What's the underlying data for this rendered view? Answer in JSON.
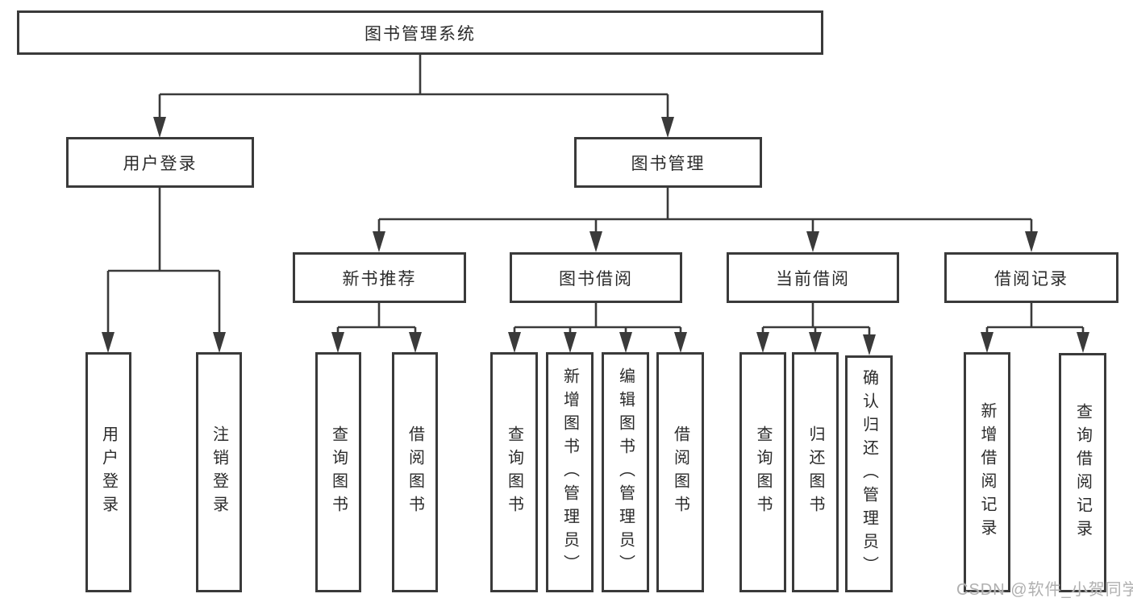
{
  "diagram": {
    "root": {
      "label": "图书管理系统"
    },
    "branches": {
      "user_login": {
        "label": "用户登录"
      },
      "book_mgmt": {
        "label": "图书管理"
      }
    },
    "sections": {
      "new_books": {
        "label": "新书推荐"
      },
      "book_borrow": {
        "label": "图书借阅"
      },
      "current_borrow": {
        "label": "当前借阅"
      },
      "borrow_records": {
        "label": "借阅记录"
      }
    },
    "leaves": {
      "user_login": [
        "用户登录",
        "注销登录"
      ],
      "new_books": [
        "查询图书",
        "借阅图书"
      ],
      "book_borrow": [
        "查询图书",
        "新增图书（管理员）",
        "编辑图书（管理员）",
        "借阅图书"
      ],
      "current_borrow": [
        "查询图书",
        "归还图书",
        "确认归还（管理员）"
      ],
      "borrow_records": [
        "新增借阅记录",
        "查询借阅记录"
      ]
    },
    "watermark": "CSDN @软件_小贺同学",
    "colors": {
      "line": "#3a3a3a",
      "text": "#2b2b2b",
      "watermark": "#b0b0b0",
      "background": "#ffffff"
    }
  }
}
